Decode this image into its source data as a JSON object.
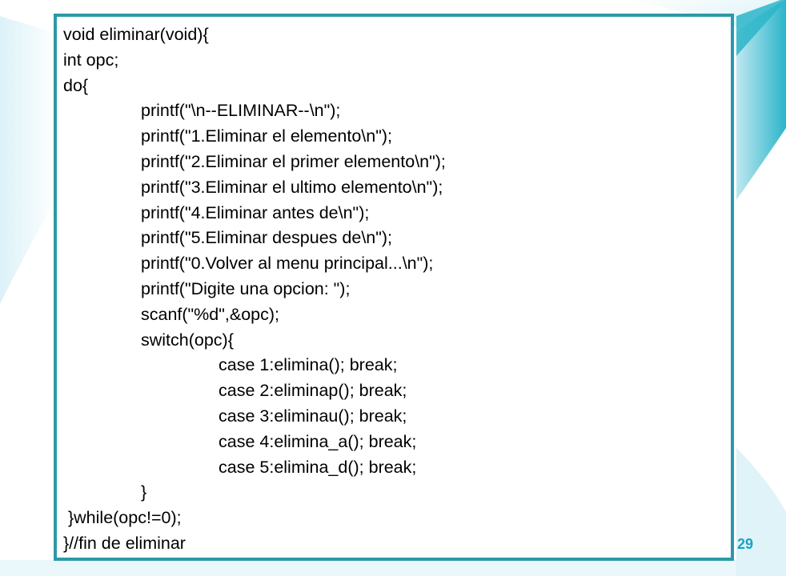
{
  "slide": {
    "page_number": "29",
    "code_lines": [
      {
        "indent": 0,
        "text": "void eliminar(void){"
      },
      {
        "indent": 0,
        "text": "int opc;"
      },
      {
        "indent": 0,
        "text": "do{"
      },
      {
        "indent": 1,
        "text": "printf(\"\\n--ELIMINAR--\\n\");"
      },
      {
        "indent": 1,
        "text": "printf(\"1.Eliminar el elemento\\n\");"
      },
      {
        "indent": 1,
        "text": "printf(\"2.Eliminar el primer elemento\\n\");"
      },
      {
        "indent": 1,
        "text": "printf(\"3.Eliminar el ultimo elemento\\n\");"
      },
      {
        "indent": 1,
        "text": "printf(\"4.Eliminar antes de\\n\");"
      },
      {
        "indent": 1,
        "text": "printf(\"5.Eliminar despues de\\n\");"
      },
      {
        "indent": 1,
        "text": "printf(\"0.Volver al menu principal...\\n\");"
      },
      {
        "indent": 1,
        "text": "printf(\"Digite una opcion: \");"
      },
      {
        "indent": 1,
        "text": "scanf(\"%d\",&opc);"
      },
      {
        "indent": 1,
        "text": "switch(opc){"
      },
      {
        "indent": 2,
        "text": "case 1:elimina(); break;"
      },
      {
        "indent": 2,
        "text": "case 2:eliminap(); break;"
      },
      {
        "indent": 2,
        "text": "case 3:eliminau(); break;"
      },
      {
        "indent": 2,
        "text": "case 4:elimina_a(); break;"
      },
      {
        "indent": 2,
        "text": "case 5:elimina_d(); break;"
      },
      {
        "indent": 1,
        "text": "}"
      },
      {
        "indent": 0,
        "text": " }while(opc!=0);"
      },
      {
        "indent": 0,
        "text": "}//fin de eliminar"
      }
    ]
  },
  "colors": {
    "frame_border": "#2a9aa8",
    "accent_teal": "#2bb5c9",
    "page_number": "#1aa3c4"
  }
}
